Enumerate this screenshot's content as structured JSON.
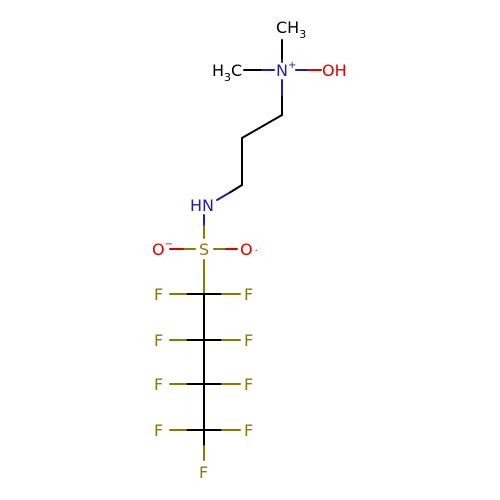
{
  "molecule": {
    "atoms": [
      {
        "id": "me_top",
        "text": "CH",
        "sub": "3",
        "element": "C"
      },
      {
        "id": "me_left",
        "prefix": "H",
        "prefix_sub": "3",
        "text": "C",
        "element": "C"
      },
      {
        "id": "n_plus",
        "text": "N",
        "charge": "+",
        "element": "N"
      },
      {
        "id": "oh",
        "text": "OH",
        "element": "O"
      },
      {
        "id": "nh",
        "text": "HN",
        "element": "N"
      },
      {
        "id": "o_minus",
        "text": "O",
        "charge": "−",
        "element": "O"
      },
      {
        "id": "s",
        "text": "S",
        "element": "S"
      },
      {
        "id": "o_radical",
        "text": "O",
        "charge": "·",
        "element": "O"
      },
      {
        "id": "f1l",
        "text": "F",
        "element": "F"
      },
      {
        "id": "f1r",
        "text": "F",
        "element": "F"
      },
      {
        "id": "f2l",
        "text": "F",
        "element": "F"
      },
      {
        "id": "f2r",
        "text": "F",
        "element": "F"
      },
      {
        "id": "f3l",
        "text": "F",
        "element": "F"
      },
      {
        "id": "f3r",
        "text": "F",
        "element": "F"
      },
      {
        "id": "f4l",
        "text": "F",
        "element": "F"
      },
      {
        "id": "f4r",
        "text": "F",
        "element": "F"
      },
      {
        "id": "f_bottom",
        "text": "F",
        "element": "F"
      }
    ],
    "colors": {
      "C": "#000000",
      "N": "#1f1fa3",
      "O": "#e00000",
      "S": "#8c7a00",
      "F": "#8c7a00",
      "bond": "#000000"
    }
  }
}
